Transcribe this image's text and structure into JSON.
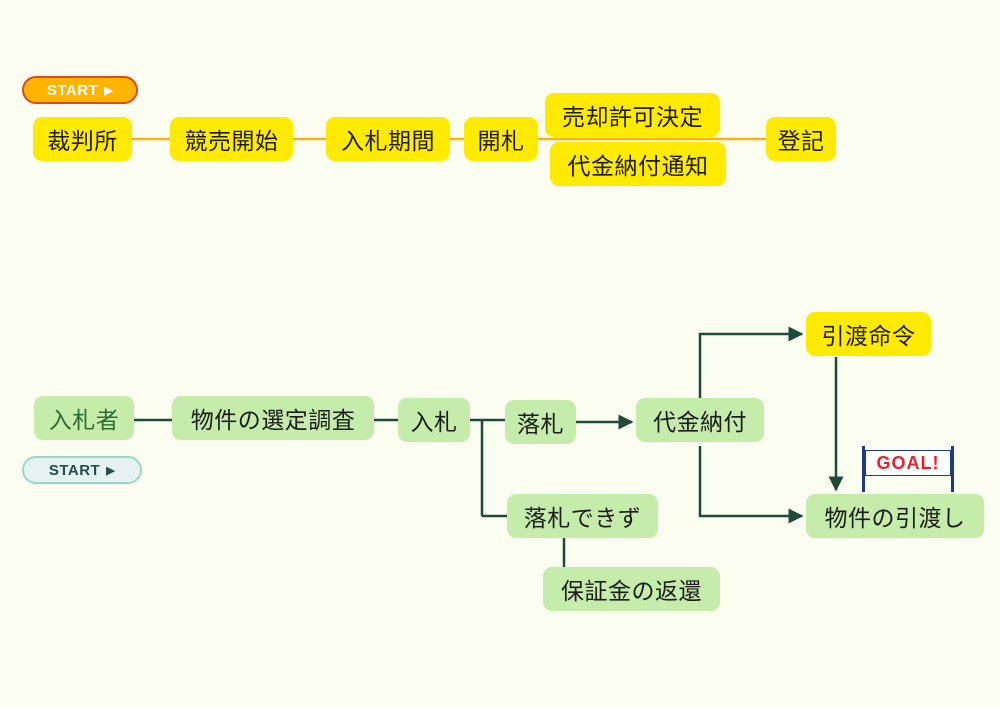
{
  "colors": {
    "background": "#fafdf0",
    "yellow_box": "#ffea00",
    "green_box": "#c5ecab",
    "top_line": "#f5b21b",
    "bottom_line": "#1f4a3a",
    "goal_text": "#e8212b"
  },
  "top_flow": {
    "start_label": "START",
    "court": "裁判所",
    "auction_start": "競売開始",
    "bidding_period": "入札期間",
    "bid_opening": "開札",
    "sale_permit": "売却許可決定",
    "payment_notice": "代金納付通知",
    "registration": "登記"
  },
  "bottom_flow": {
    "start_label": "START",
    "bidder": "入札者",
    "property_research": "物件の選定調査",
    "bid": "入札",
    "winning_bid": "落札",
    "failed_bid": "落札できず",
    "deposit_return": "保証金の返還",
    "payment": "代金納付",
    "delivery_order": "引渡命令",
    "handover": "物件の引渡し",
    "goal_label": "GOAL!"
  },
  "icons": {
    "start_arrow": "play-triangle-icon",
    "goal_flag": "goal-banner-icon"
  }
}
